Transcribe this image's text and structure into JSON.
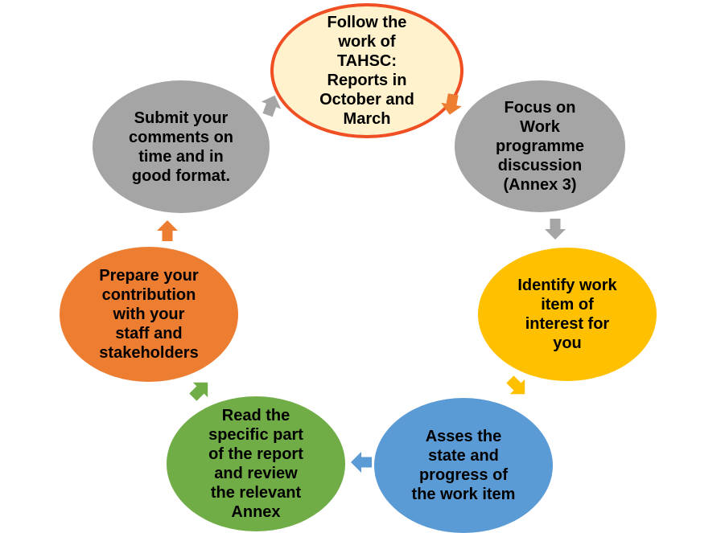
{
  "steps": [
    {
      "lines": [
        "Follow the",
        "work of",
        "TAHSC:",
        "Reports in",
        "October and",
        "March"
      ],
      "color": "#FFF2CC",
      "border": "#F04E23"
    },
    {
      "lines": [
        "Focus on",
        "Work",
        "programme",
        "discussion",
        "(Annex 3)"
      ],
      "color": "#A5A5A5"
    },
    {
      "lines": [
        "Identify work",
        "item of",
        "interest for",
        "you"
      ],
      "color": "#FFC000"
    },
    {
      "lines": [
        "Asses the",
        "state and",
        "progress of",
        "the work item"
      ],
      "color": "#5B9BD5"
    },
    {
      "lines": [
        "Read the",
        "specific part",
        "of the report",
        "and review",
        "the relevant",
        "Annex"
      ],
      "color": "#70AD47"
    },
    {
      "lines": [
        "Prepare your",
        "contribution",
        "with your",
        "staff and",
        "stakeholders"
      ],
      "color": "#ED7D31"
    },
    {
      "lines": [
        "Submit your",
        "comments on",
        "time and in",
        "good format."
      ],
      "color": "#A5A5A5"
    }
  ],
  "arrow_colors": [
    "#ED7D31",
    "#A5A5A5",
    "#FFC000",
    "#5B9BD5",
    "#70AD47",
    "#ED7D31",
    "#A5A5A5"
  ]
}
